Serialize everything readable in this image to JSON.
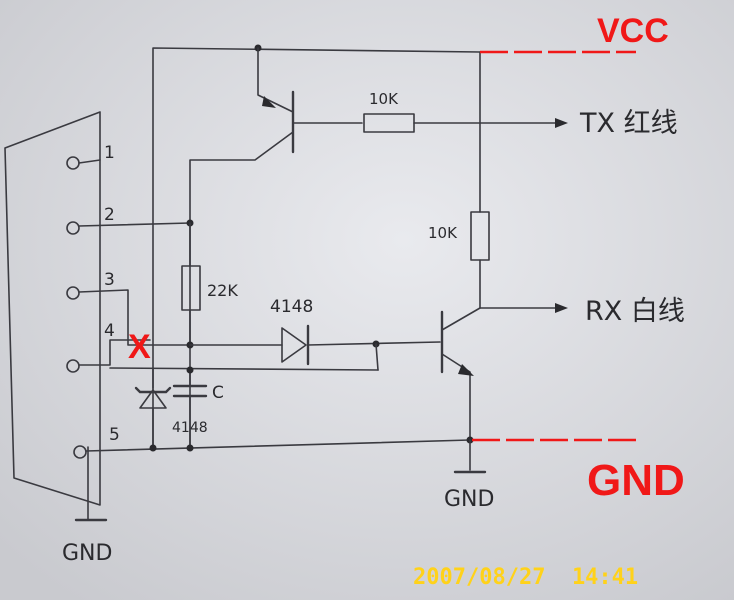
{
  "diagram": {
    "pins": [
      "1",
      "2",
      "3",
      "4",
      "5"
    ],
    "connector_ground_label": "GND",
    "tx_resistor": "10K",
    "tx_label": "TX 红线",
    "pull_resistor": "10K",
    "rx_label": "RX 白线",
    "base_resistor": "22K",
    "diode_label": "4148",
    "zener_label": "4148",
    "capacitor_label": "C",
    "ground_label": "GND",
    "annotation_vcc": "VCC",
    "annotation_gnd": "GND",
    "cross_mark": "X",
    "timestamp": "2007/08/27  14:41",
    "colors": {
      "annotation": "#f01818",
      "timestamp": "#ffd21a",
      "ink": "#2a2a2e",
      "paper": "#dcdde2"
    }
  }
}
